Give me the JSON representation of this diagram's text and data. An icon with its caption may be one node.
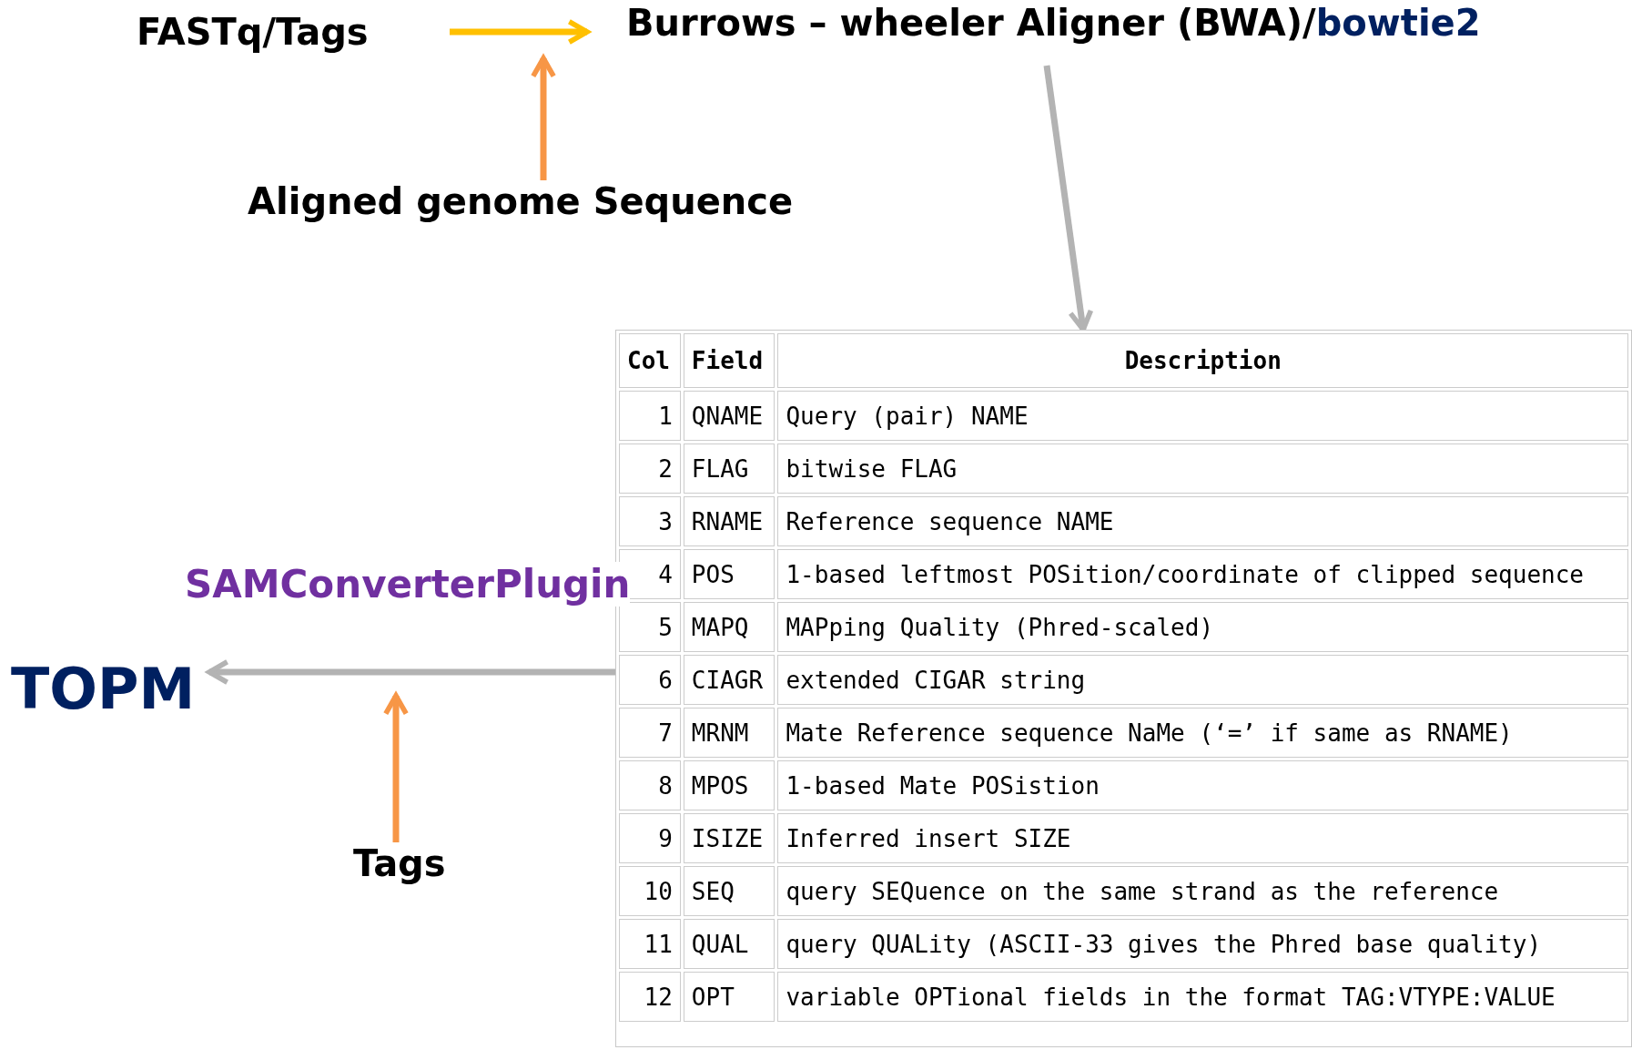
{
  "diagram": {
    "nodes": [
      {
        "text": [
          "FASTq/Tags"
        ]
      },
      {
        "text": [
          "Burrows – wheeler Aligner (BWA)/",
          "bowtie2"
        ]
      },
      {
        "text": [
          "Aligned genome Sequence"
        ]
      },
      {
        "text": [],
        "shape": "box"
      },
      {
        "text": [
          "TOPM"
        ]
      },
      {
        "text": [
          "Tags"
        ]
      }
    ],
    "edges": [
      {
        "from": 0,
        "to": 1,
        "arrow": "to",
        "color": "#ffc000"
      },
      {
        "from": 2,
        "to": null,
        "arrow": "to",
        "color": "#f79646"
      },
      {
        "from": 1,
        "to": 3,
        "arrow": "to",
        "color": "#b3b3b3"
      },
      {
        "from": 3,
        "to": 4,
        "arrow": "to",
        "label": "SAMConverterPlugin",
        "color": "#b3b3b3"
      },
      {
        "from": 5,
        "to": null,
        "arrow": "to",
        "color": "#f79646"
      }
    ],
    "labels": [
      "Col",
      "Field",
      "Description",
      "1",
      "QNAME",
      "Query (pair) NAME",
      "2",
      "FLAG",
      "bitwise FLAG",
      "3",
      "RNAME",
      "Reference sequence NAME",
      "4",
      "POS",
      "1-based leftmost POSition/coordinate of clipped sequence",
      "5",
      "MAPQ",
      "MAPping Quality (Phred-scaled)",
      "6",
      "CIAGR",
      "extended CIGAR string",
      "7",
      "MRNM",
      "Mate Reference sequence NaMe (‘=’ if same as RNAME)",
      "8",
      "MPOS",
      "1-based Mate POSistion",
      "9",
      "ISIZE",
      "Inferred insert SIZE",
      "10",
      "SEQ",
      "query SEQuence on the same strand as the reference",
      "11",
      "QUAL",
      "query QUALity (ASCII-33 gives the Phred base quality)",
      "12",
      "OPT",
      "variable OPTional fields in the format TAG:VTYPE:VALUE"
    ]
  }
}
